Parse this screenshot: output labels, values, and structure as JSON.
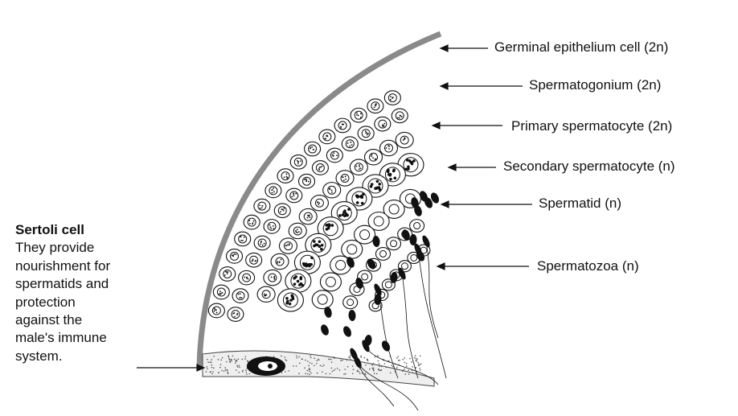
{
  "labels": [
    {
      "id": "germinal",
      "text": "Germinal epithelium cell (2n)"
    },
    {
      "id": "spermatogonium",
      "text": "Spermatogonium (2n)"
    },
    {
      "id": "primary",
      "text": "Primary spermatocyte (2n)"
    },
    {
      "id": "secondary",
      "text": "Secondary spermatocyte (n)"
    },
    {
      "id": "spermatid",
      "text": "Spermatid (n)"
    },
    {
      "id": "spermatozoa",
      "text": "Spermatozoa (n)"
    }
  ],
  "sertoli": {
    "title": "Sertoli cell",
    "lines": [
      "They provide",
      "nourishment for",
      "spermatids and",
      "protection",
      "against the",
      "male's immune",
      "system."
    ]
  },
  "colors": {
    "ink": "#111111",
    "membrane": "#8a8a8a",
    "stipple": "#555555"
  }
}
